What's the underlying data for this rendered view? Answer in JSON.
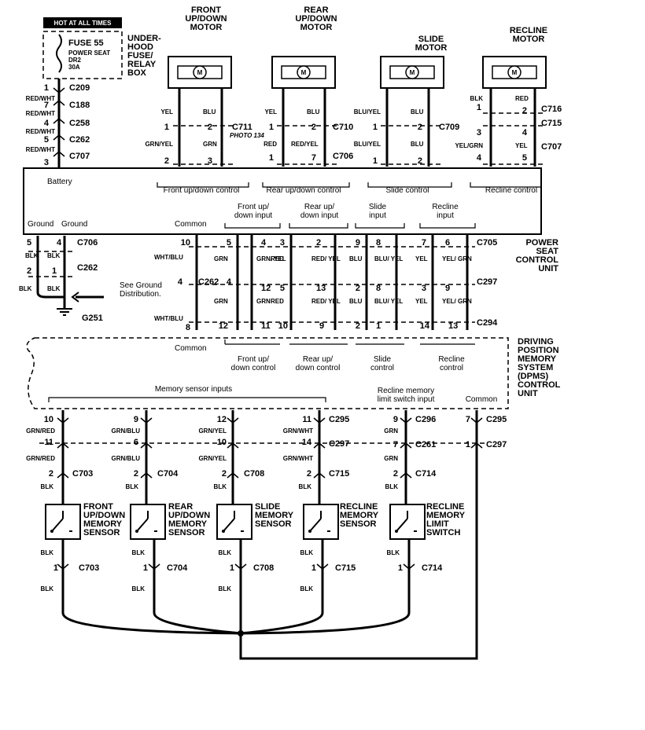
{
  "fuse": {
    "hot_label": "HOT AT ALL TIMES",
    "name": "FUSE 55",
    "desc1": "POWER SEAT",
    "desc2": "DR2",
    "rating": "30A",
    "box_label": [
      "UNDER-",
      "HOOD",
      "FUSE/",
      "RELAY",
      "BOX"
    ]
  },
  "left_column": [
    {
      "pin": "1",
      "conn": "C209",
      "wire": "RED/WHT"
    },
    {
      "pin": "7",
      "conn": "C188",
      "wire": "RED/WHT"
    },
    {
      "pin": "4",
      "conn": "C258",
      "wire": "RED/WHT"
    },
    {
      "pin": "5",
      "conn": "C262",
      "wire": "RED/WHT"
    },
    {
      "pin": "3",
      "conn": "C707",
      "wire": ""
    }
  ],
  "motors": [
    {
      "title": [
        "FRONT",
        "UP/DOWN",
        "MOTOR"
      ],
      "wire_l": "YEL",
      "wire_r": "BLU",
      "pin_l": "1",
      "pin_r": "2",
      "conn_top": "C711",
      "photo": "PHOTO 134",
      "wire_l2": "GRN/YEL",
      "wire_r2": "GRN",
      "pin_l2": "2",
      "pin_r2": "3",
      "conn_bot": ""
    },
    {
      "title": [
        "REAR",
        "UP/DOWN",
        "MOTOR"
      ],
      "wire_l": "YEL",
      "wire_r": "BLU",
      "pin_l": "1",
      "pin_r": "2",
      "conn_top": "C710",
      "photo": "",
      "wire_l2": "RED",
      "wire_r2": "RED/YEL",
      "pin_l2": "1",
      "pin_r2": "7",
      "conn_bot": "C706"
    },
    {
      "title": [
        "SLIDE",
        "MOTOR"
      ],
      "wire_l": "BLU/YEL",
      "wire_r": "BLU",
      "pin_l": "1",
      "pin_r": "2",
      "conn_top": "C709",
      "photo": "",
      "wire_l2": "BLU/YEL",
      "wire_r2": "BLU",
      "pin_l2": "1",
      "pin_r2": "2",
      "conn_bot": ""
    },
    {
      "title": [
        "RECLINE",
        "MOTOR"
      ],
      "wire_l": "BLK",
      "wire_r": "RED",
      "pin_l": "1",
      "pin_r": "2",
      "conn_top": "C716",
      "photo": "",
      "wire_l2": "YEL/GRN",
      "wire_r2": "YEL",
      "pin_l2": "4",
      "pin_r2": "5",
      "conn_bot": "C707",
      "pin_l_mid": "3",
      "pin_r_mid": "4",
      "conn_mid": "C715"
    }
  ],
  "control_unit": {
    "battery": "Battery",
    "controls": [
      "Front up/down control",
      "Rear up/down control",
      "Slide control",
      "Recline control"
    ],
    "ground1": "Ground",
    "ground2": "Ground",
    "common": "Common",
    "inputs": [
      [
        "Front up/",
        "down input"
      ],
      [
        "Rear up/",
        "down input"
      ],
      [
        "Slide",
        "input"
      ],
      [
        "Recline",
        "input"
      ]
    ],
    "title": [
      "POWER",
      "SEAT",
      "CONTROL",
      "UNIT"
    ]
  },
  "ground": {
    "pins_top": [
      "5",
      "4"
    ],
    "conn_top": "C706",
    "wire": "BLK",
    "pins_mid": [
      "2",
      "1"
    ],
    "conn_mid": "C262",
    "see": [
      "See Ground",
      "Distribution."
    ],
    "label": "G251"
  },
  "cu_wires": {
    "row1_pins": [
      "10",
      "5",
      "4",
      "3",
      "2",
      "9",
      "8",
      "7",
      "6"
    ],
    "row1_conn": "C705",
    "row1_wires": [
      "WHT/BLU",
      "GRN",
      "GRN/ YEL",
      "RED",
      "RED/ YEL",
      "BLU",
      "BLU/ YEL",
      "YEL",
      "YEL/ GRN"
    ],
    "row2_pins": [
      "4",
      "4",
      "12",
      "5",
      "13",
      "2",
      "8",
      "3",
      "9"
    ],
    "row2_conn_l": "C262",
    "row2_conn_r": "C297",
    "row2_wires": [
      "WHT/BLU",
      "GRN",
      "GRN",
      "RED",
      "RED/ YEL",
      "BLU",
      "BLU/ YEL",
      "YEL",
      "YEL/ GRN"
    ],
    "row3_pins": [
      "8",
      "12",
      "11",
      "10",
      "9",
      "2",
      "1",
      "14",
      "13"
    ],
    "row3_conn": "C294"
  },
  "dpms": {
    "common": "Common",
    "controls": [
      [
        "Front up/",
        "down control"
      ],
      [
        "Rear up/",
        "down control"
      ],
      [
        "Slide",
        "control"
      ],
      [
        "Recline",
        "control"
      ]
    ],
    "title": [
      "DRIVING",
      "POSITION",
      "MEMORY",
      "SYSTEM",
      "(DPMS)",
      "CONTROL",
      "UNIT"
    ],
    "memory_inputs": "Memory sensor inputs",
    "recline_limit": [
      "Recline memory",
      "limit switch input"
    ],
    "common2": "Common"
  },
  "sensors": [
    {
      "pin1": "10",
      "wire1": "GRN/RED",
      "pin2": "11",
      "wire2": "GRN/RED",
      "pin3": "2",
      "conn3": "C703",
      "name": [
        "FRONT",
        "UP/DOWN",
        "MEMORY",
        "SENSOR"
      ],
      "pin4": "1",
      "conn4": "C703"
    },
    {
      "pin1": "9",
      "wire1": "GRN/BLU",
      "pin2": "6",
      "wire2": "GRN/BLU",
      "pin3": "2",
      "conn3": "C704",
      "name": [
        "REAR",
        "UP/DOWN",
        "MEMORY",
        "SENSOR"
      ],
      "pin4": "1",
      "conn4": "C704"
    },
    {
      "pin1": "12",
      "wire1": "GRN/YEL",
      "pin2": "10",
      "wire2": "GRN/YEL",
      "pin3": "2",
      "conn3": "C708",
      "name": [
        "SLIDE",
        "MEMORY",
        "SENSOR"
      ],
      "pin4": "1",
      "conn4": "C708"
    },
    {
      "pin1": "11",
      "wire1": "GRN/WHT",
      "pin2": "14",
      "wire2": "GRN/WHT",
      "pin3": "2",
      "conn3": "C715",
      "name": [
        "RECLINE",
        "MEMORY",
        "SENSOR"
      ],
      "pin4": "1",
      "conn4": "C715"
    },
    {
      "pin1": "9",
      "wire1": "GRN",
      "pin2": "7",
      "wire2": "GRN",
      "pin3": "2",
      "conn3": "C714",
      "name": [
        "RECLINE",
        "MEMORY",
        "LIMIT",
        "SWITCH"
      ],
      "pin4": "1",
      "conn4": "C714"
    }
  ],
  "sensor_conns": {
    "top1": "C295",
    "top2": "C297",
    "recline_top1": "C296",
    "recline_top2": "C261",
    "common_pin1": "7",
    "common_conn1": "C295",
    "common_pin2": "1",
    "common_conn2": "C297",
    "wire_blk": "BLK"
  }
}
